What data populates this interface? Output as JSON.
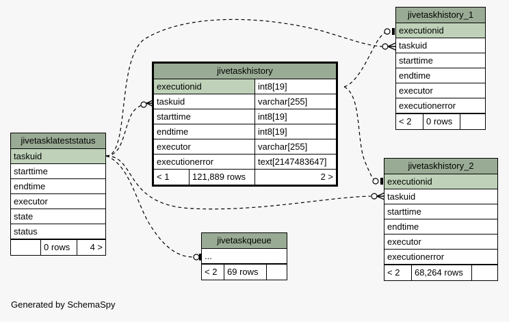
{
  "tables": {
    "jivetaskhistory": {
      "name": "jivetaskhistory",
      "columns": [
        {
          "name": "executionid",
          "type": "int8[19]"
        },
        {
          "name": "taskuid",
          "type": "varchar[255]"
        },
        {
          "name": "starttime",
          "type": "int8[19]"
        },
        {
          "name": "endtime",
          "type": "int8[19]"
        },
        {
          "name": "executor",
          "type": "varchar[255]"
        },
        {
          "name": "executionerror",
          "type": "text[2147483647]"
        }
      ],
      "footer": {
        "parents": "< 1",
        "rows": "121,889 rows",
        "children": "2 >"
      }
    },
    "jivetaskhistory_1": {
      "name": "jivetaskhistory_1",
      "columns": [
        "executionid",
        "taskuid",
        "starttime",
        "endtime",
        "executor",
        "executionerror"
      ],
      "footer": {
        "parents": "< 2",
        "rows": "0 rows",
        "children": ""
      }
    },
    "jivetaskhistory_2": {
      "name": "jivetaskhistory_2",
      "columns": [
        "executionid",
        "taskuid",
        "starttime",
        "endtime",
        "executor",
        "executionerror"
      ],
      "footer": {
        "parents": "< 2",
        "rows": "68,264 rows",
        "children": ""
      }
    },
    "jivetasklateststatus": {
      "name": "jivetasklateststatus",
      "columns": [
        "taskuid",
        "starttime",
        "endtime",
        "executor",
        "state",
        "status"
      ],
      "footer": {
        "parents": "",
        "rows": "0 rows",
        "children": "4 >"
      }
    },
    "jivetaskqueue": {
      "name": "jivetaskqueue",
      "columns": [
        "..."
      ],
      "footer": {
        "parents": "< 2",
        "rows": "69 rows",
        "children": ""
      }
    }
  },
  "generated_by": "Generated by SchemaSpy",
  "colors": {
    "header": "#9aab95",
    "key_row": "#bfd2b9",
    "background": "#f7f7f7"
  }
}
